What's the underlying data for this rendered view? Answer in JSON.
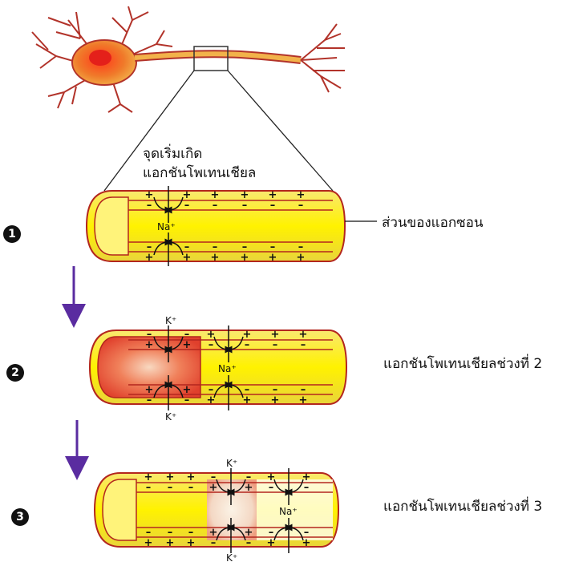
{
  "labels": {
    "origin_line1": "จุดเริ่มเกิด",
    "origin_line2": "แอกชันโพเทนเชียล",
    "axon_part": "ส่วนของแอกซอน",
    "segment2": "แอกชันโพเทนเชียลช่วงที่ 2",
    "segment3": "แอกชันโพเทนเชียลช่วงที่ 3"
  },
  "steps": [
    "❶",
    "❷",
    "❸"
  ],
  "ions": {
    "sodium": "Na⁺",
    "potassium": "K⁺"
  },
  "signs": {
    "plus": "+",
    "minus": "–"
  },
  "colors": {
    "axon_fill": "#fff200",
    "axon_outline": "#b3261e",
    "depolarized": "#e8473a",
    "neuron_body": "#f2a23a",
    "arrow": "#5a2ca0"
  }
}
